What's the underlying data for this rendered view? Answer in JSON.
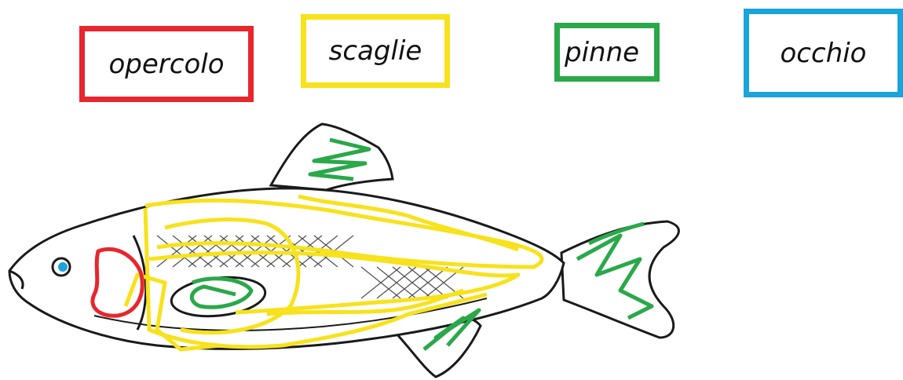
{
  "labels": [
    {
      "key": "opercolo",
      "text": "opercolo",
      "color": "#e8262d"
    },
    {
      "key": "scaglie",
      "text": "scaglie",
      "color": "#f7e21c"
    },
    {
      "key": "pinne",
      "text": "pinne",
      "color": "#2aa84a"
    },
    {
      "key": "occhio",
      "text": "occhio",
      "color": "#1ba3dc"
    }
  ],
  "colors": {
    "outline": "#1a1a1a",
    "operculum": "#e8262d",
    "scales": "#f7e21c",
    "fins": "#2aa84a",
    "eye": "#1ba3dc"
  },
  "figure": {
    "subject": "fish-drawing",
    "scribble_colors_meaning": [
      "operculum-red",
      "scales-yellow",
      "fins-green",
      "eye-blue"
    ]
  }
}
